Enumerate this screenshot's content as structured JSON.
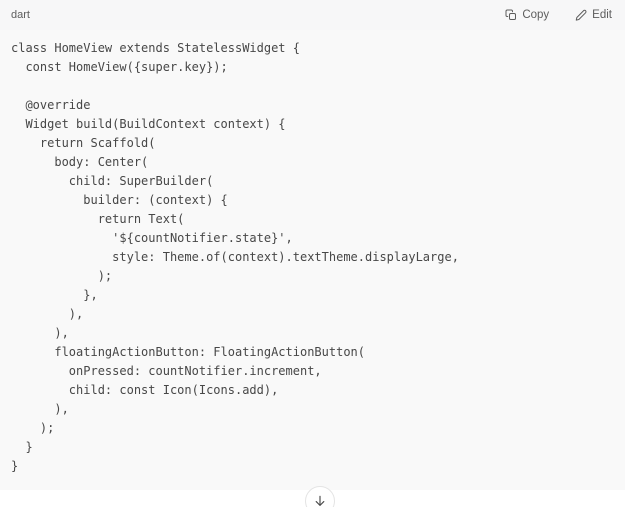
{
  "code_block": {
    "language": "dart",
    "actions": {
      "copy_label": "Copy",
      "copy_icon": "copy-icon",
      "edit_label": "Edit",
      "edit_icon": "pencil-icon"
    },
    "code_lines": [
      "class HomeView extends StatelessWidget {",
      "  const HomeView({super.key});",
      "",
      "  @override",
      "  Widget build(BuildContext context) {",
      "    return Scaffold(",
      "      body: Center(",
      "        child: SuperBuilder(",
      "          builder: (context) {",
      "            return Text(",
      "              '${countNotifier.state}',",
      "              style: Theme.of(context).textTheme.displayLarge,",
      "            );",
      "          },",
      "        ),",
      "      ),",
      "      floatingActionButton: FloatingActionButton(",
      "        onPressed: countNotifier.increment,",
      "        child: const Icon(Icons.add),",
      "      ),",
      "    );",
      "  }",
      "}"
    ]
  },
  "scroll_button": {
    "icon": "arrow-down-icon"
  },
  "colors": {
    "block_background": "#f9f9f9",
    "header_background": "#f7f7f8",
    "page_background": "#ffffff",
    "code_text": "#474747",
    "header_text": "#5d5d5d",
    "circle_border": "#e4e4e4"
  }
}
